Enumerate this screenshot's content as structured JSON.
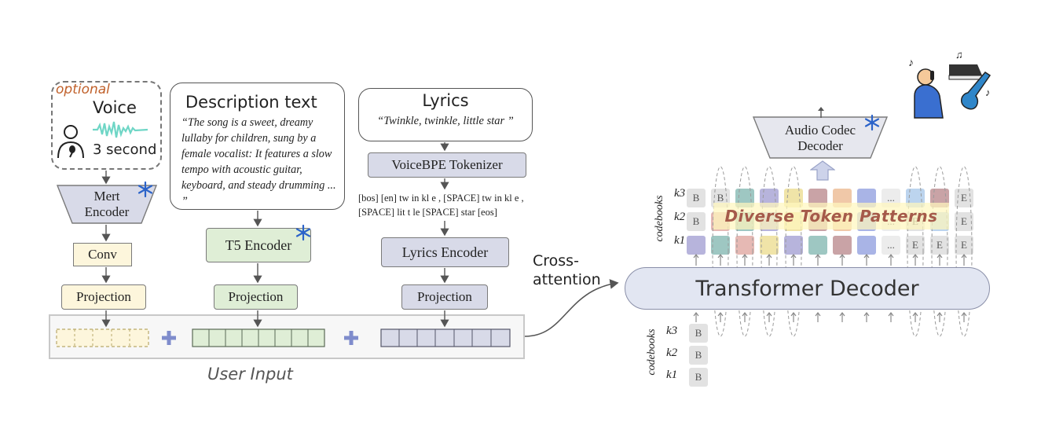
{
  "voice": {
    "optional_label": "optional",
    "title": "Voice",
    "duration": "3 second",
    "encoder": "Mert\nEncoder",
    "conv": "Conv",
    "projection": "Projection"
  },
  "description": {
    "title": "Description text",
    "text": "“The song is a sweet, dreamy lullaby for children, sung by a female vocalist: It features a slow tempo with acoustic guitar, keyboard, and steady drumming ... ”",
    "encoder": "T5 Encoder",
    "projection": "Projection"
  },
  "lyrics": {
    "title": "Lyrics",
    "text": "“Twinkle, twinkle, little star ”",
    "tokenizer": "VoiceBPE Tokenizer",
    "tokens": "[bos] [en] tw  in  kl  e , [SPACE] tw  in  kl e , [SPACE] lit  t  le [SPACE] star [eos]",
    "encoder": "Lyrics Encoder",
    "projection": "Projection"
  },
  "user_input_label": "User Input",
  "cross_attention": "Cross-\nattention",
  "decoder": {
    "transformer": "Transformer Decoder",
    "audio_codec": "Audio Codec\nDecoder",
    "patterns_label": "Diverse Token Patterns",
    "codebooks_label": "codebooks",
    "k_labels": [
      "k3",
      "k2",
      "k1"
    ],
    "begin_token": "B",
    "end_token": "E",
    "ellipsis": "..."
  },
  "colors": {
    "yellow": "#fdf6dc",
    "green": "#dfeed6",
    "lavender": "#d8dae8",
    "orange_optional": "#c0602a",
    "snowflake": "#2b63c9",
    "wave_teal": "#6fd6c6",
    "plus": "#7f8ccc"
  },
  "icons": [
    "person-microphone-icon",
    "snowflake-icon",
    "waveform-icon",
    "musician-icon"
  ]
}
